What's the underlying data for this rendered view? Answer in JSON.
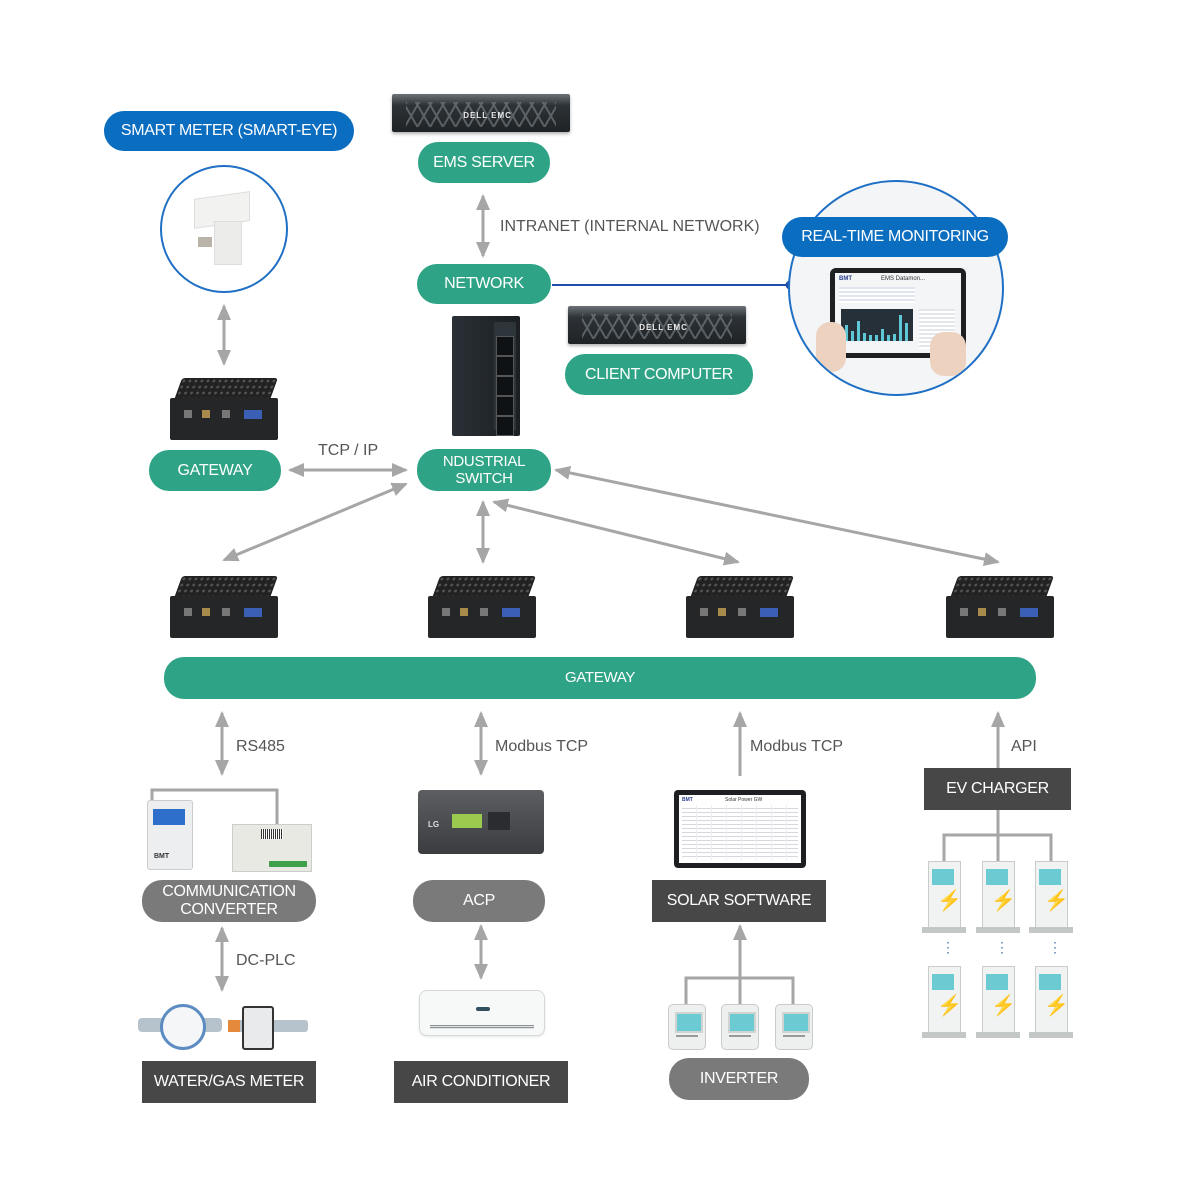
{
  "diagram": {
    "nodes": {
      "smart_meter": "SMART METER (SMART-EYE)",
      "ems_server": "EMS SERVER",
      "network": "NETWORK",
      "realtime_monitoring": "REAL-TIME MONITORING",
      "client_computer": "CLIENT COMPUTER",
      "gateway_left": "GATEWAY",
      "industrial_switch_line1": "NDUSTRIAL",
      "industrial_switch_line2": "SWITCH",
      "gateway_bar": "GATEWAY",
      "comm_converter_line1": "COMMUNICATION",
      "comm_converter_line2": "CONVERTER",
      "acp": "ACP",
      "solar_software": "SOLAR SOFTWARE",
      "ev_charger": "EV CHARGER",
      "water_gas_meter": "WATER/GAS METER",
      "air_conditioner": "AIR CONDITIONER",
      "inverter": "INVERTER"
    },
    "edge_labels": {
      "intranet": "INTRANET (INTERNAL NETWORK)",
      "tcp_ip": "TCP / IP",
      "rs485": "RS485",
      "modbus_acp": "Modbus TCP",
      "modbus_solar": "Modbus TCP",
      "api": "API",
      "dc_plc": "DC-PLC"
    },
    "image_text": {
      "server_brand": "DELL EMC",
      "monitor_app_title": "EMS Datamon...",
      "monitor_logo": "BMT",
      "solar_app_title": "Solar Power GW",
      "solar_logo": "BMT",
      "converter_brand": "BMT",
      "acp_brand": "LG"
    },
    "colors": {
      "green_pill": "#2fa386",
      "blue_pill": "#0b6dbf",
      "gray_pill": "#7a7a7a",
      "dark_box": "#474747",
      "arrow": "#a6a6a6",
      "network_line": "#1f4fa8"
    }
  }
}
